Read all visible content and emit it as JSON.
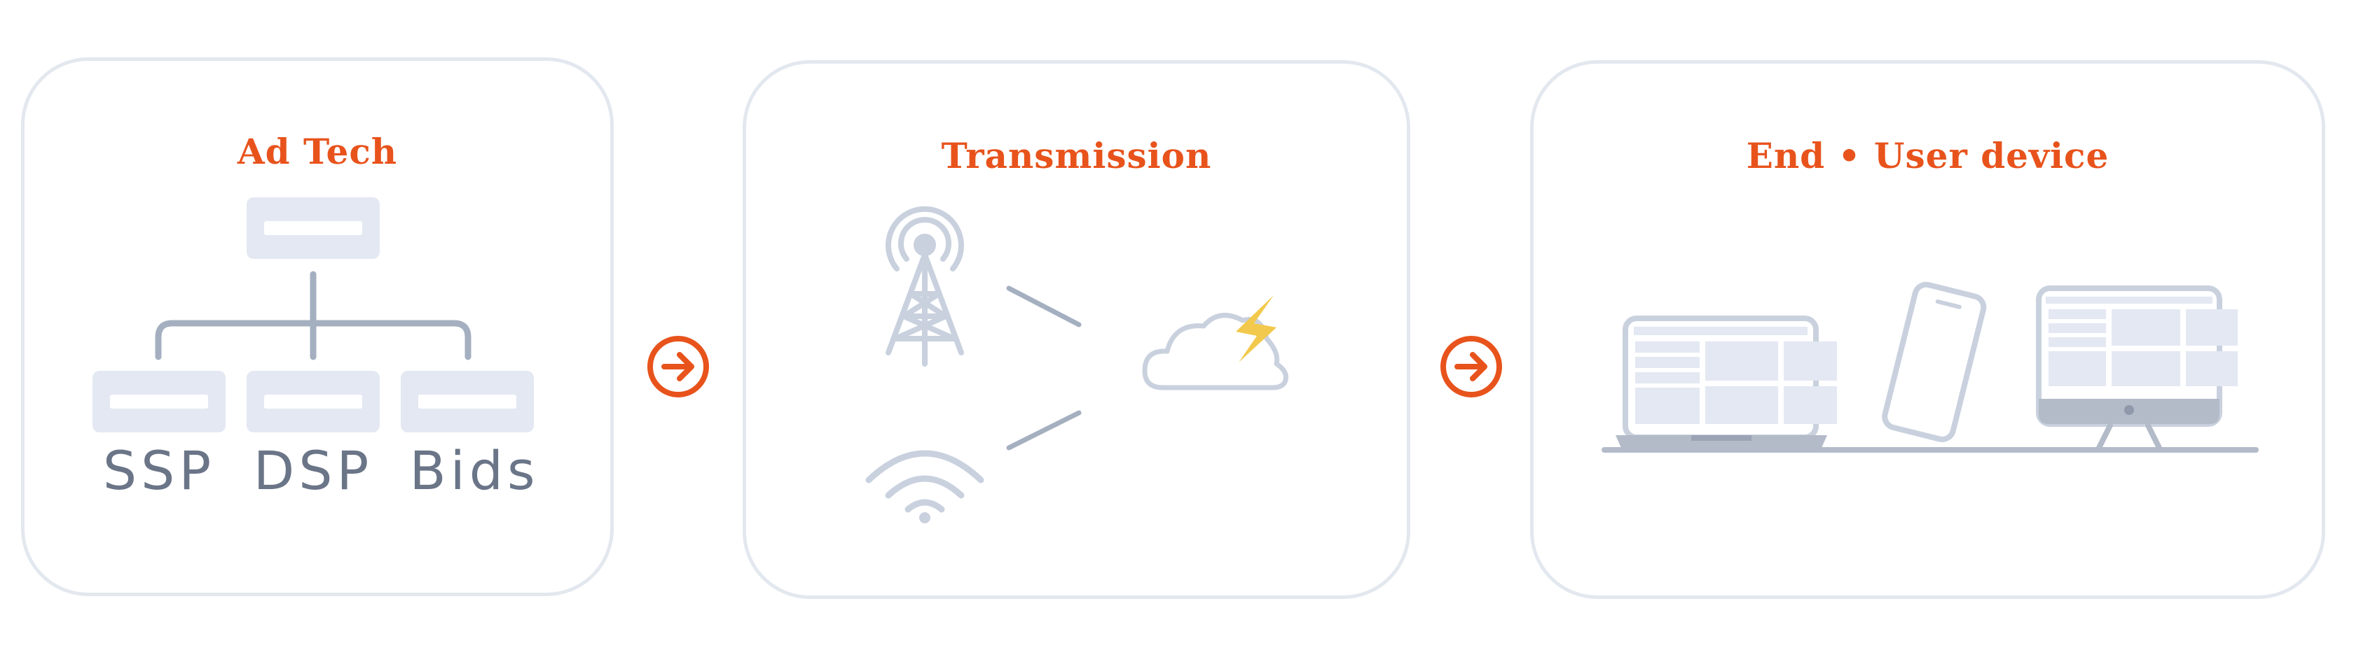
{
  "panels": {
    "ad_tech": {
      "title": "Ad Tech",
      "nodes": [
        "SSP",
        "DSP",
        "Bids"
      ]
    },
    "transmission": {
      "title": "Transmission"
    },
    "end_user": {
      "title": "End • User device"
    }
  },
  "icons": {
    "arrow_1": "arrow-right-circle-icon",
    "arrow_2": "arrow-right-circle-icon",
    "tower": "cell-tower-icon",
    "wifi": "wifi-icon",
    "cloud": "cloud-lightning-icon",
    "laptop": "laptop-icon",
    "phone": "smartphone-icon",
    "desktop": "desktop-monitor-icon"
  },
  "colors": {
    "accent": "#e8531c",
    "panel_border": "#e3e8ef",
    "icon_stroke": "#c9d1de",
    "box_fill": "#e3e8f2",
    "connector": "#a4afc0",
    "label_text": "#6b7588",
    "lightning": "#f2c94c",
    "device_gray": "#b3bbc9"
  }
}
